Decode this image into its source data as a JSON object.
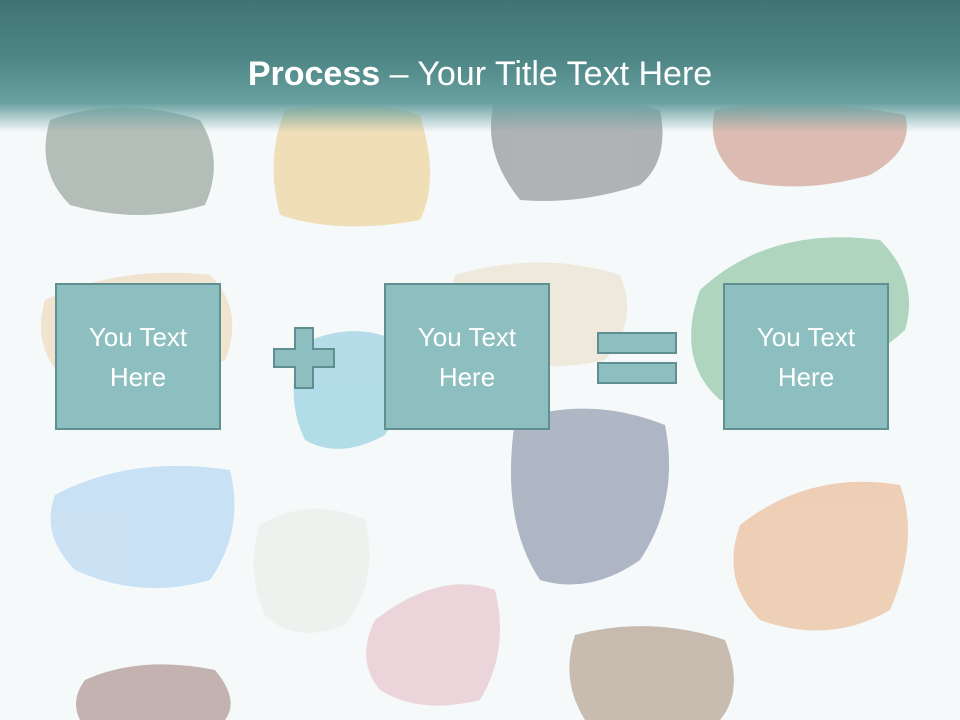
{
  "slide": {
    "title_bold": "Process",
    "title_dash": " – ",
    "title_rest": "Your Title Text Here",
    "boxes": [
      {
        "label": "You Text Here"
      },
      {
        "label": "You Text Here"
      },
      {
        "label": "You Text Here"
      }
    ],
    "operators": [
      "plus-icon",
      "equals-icon"
    ],
    "colors": {
      "header": "#4e8686",
      "box_fill": "#8dbfc0",
      "box_border": "#5f8f90",
      "text": "#ffffff"
    }
  }
}
